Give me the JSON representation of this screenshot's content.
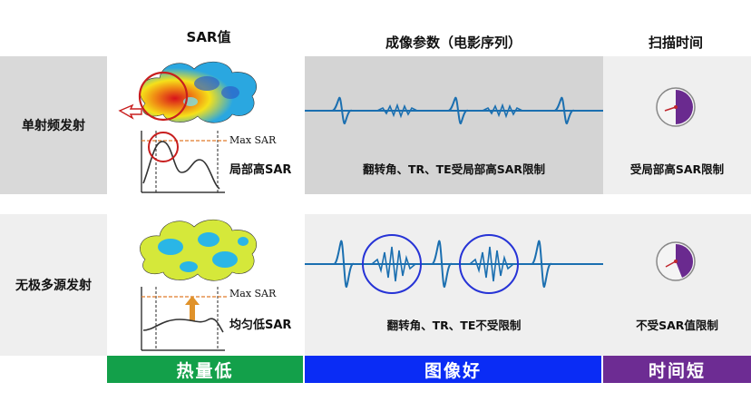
{
  "headers": {
    "sar": "SAR值",
    "imaging": "成像参数（电影序列）",
    "scan_time": "扫描时间"
  },
  "rows": [
    {
      "label": "单射频发射",
      "max_sar": "Max SAR",
      "sar_note": "局部高SAR",
      "imaging_caption": "翻转角、TR、TE受局部高SAR限制",
      "time_caption": "受局部高SAR限制"
    },
    {
      "label": "无极多源发射",
      "max_sar": "Max SAR",
      "sar_note": "均匀低SAR",
      "imaging_caption": "翻转角、TR、TE不受限制",
      "time_caption": "不受SAR值限制"
    }
  ],
  "footer": {
    "sar": "热量低",
    "imaging": "图像好",
    "scan_time": "时间短"
  },
  "colors": {
    "green": "#13a04a",
    "blue": "#0a2cf5",
    "purple": "#6d2c93",
    "gray_light": "#d9d9d9",
    "panel_dark": "#d4d4d4",
    "panel_light": "#efefef",
    "wave": "#1b6fb0",
    "circle_red": "#c81e1e",
    "circle_blue": "#2633d6"
  }
}
